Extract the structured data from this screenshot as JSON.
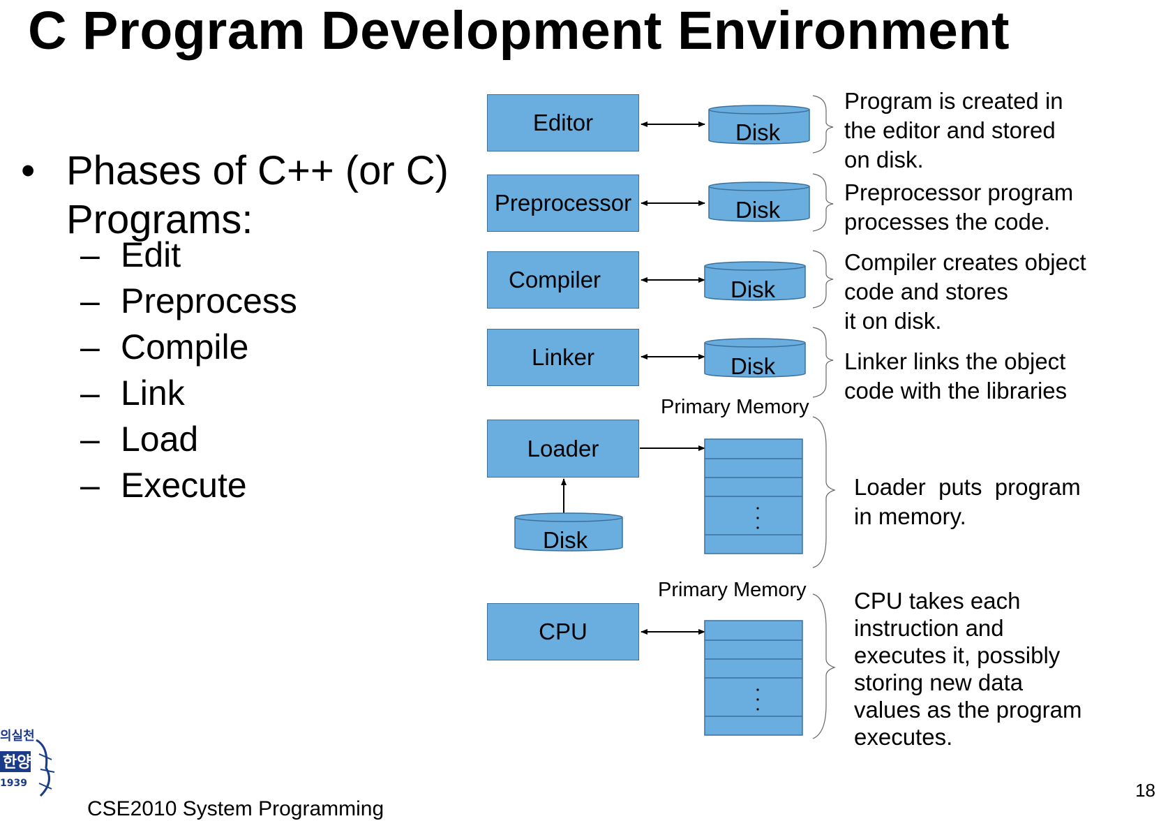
{
  "title": "C Program Development Environment",
  "bullet": {
    "marker": "•",
    "text": "Phases of C++ (or C) Programs:",
    "line1": "Phases of C++ (or C)",
    "line2": "Programs:",
    "items": [
      {
        "dash": "–",
        "label": "Edit"
      },
      {
        "dash": "–",
        "label": "Preprocess"
      },
      {
        "dash": "–",
        "label": "Compile"
      },
      {
        "dash": "–",
        "label": "Link"
      },
      {
        "dash": "–",
        "label": "Load"
      },
      {
        "dash": "–",
        "label": "Execute"
      }
    ]
  },
  "diagram": {
    "box_color": "#6aaee0",
    "boxes": {
      "editor": "Editor",
      "preprocessor": "Preprocessor",
      "compiler": "Compiler",
      "linker": "Linker",
      "loader": "Loader",
      "cpu": "CPU"
    },
    "disk_label": "Disk",
    "primary_memory_label": "Primary Memory",
    "descriptions": {
      "editor": [
        "Program is created in",
        "the editor and stored",
        "on disk."
      ],
      "preprocessor": [
        "Preprocessor program",
        "processes the code."
      ],
      "compiler": [
        "Compiler creates object",
        "code and stores",
        "it on disk."
      ],
      "linker": [
        "Linker links the object",
        "code with the libraries"
      ],
      "loader": [
        "Loader  puts  program",
        "in memory."
      ],
      "cpu": [
        "CPU takes each",
        "instruction and",
        "executes it, possibly",
        "storing new data",
        "values as the program",
        "executes."
      ]
    }
  },
  "footer": "CSE2010 System Programming",
  "page_number": "18",
  "logo": {
    "text_top": "의실천",
    "text_mid": "한양",
    "year": "1939"
  }
}
